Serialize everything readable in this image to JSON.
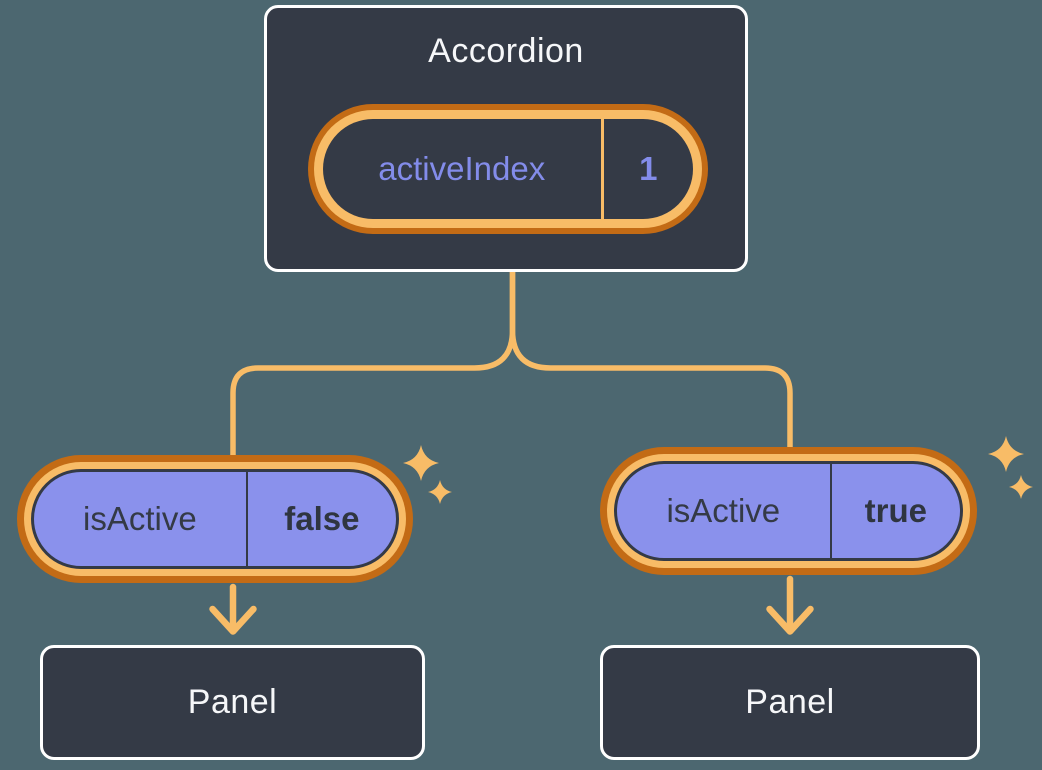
{
  "diagram": {
    "description": "React state diagram: Accordion parent owns activeIndex state and passes isActive props down to two Panel children",
    "background_color": "#4C6770",
    "colors": {
      "box_fill": "#343A46",
      "box_border": "#FFFFFF",
      "ring_outer_orange": "#C36B15",
      "ring_inner_orange": "#F8BC67",
      "connector_orange": "#F8BC67",
      "pill_purple": "#8A91EC",
      "text_light": "#F6F7F9",
      "text_purple": "#838CEA",
      "text_dark": "#343A46"
    },
    "accordion": {
      "title": "Accordion",
      "state_pill": {
        "label": "activeIndex",
        "value": "1"
      }
    },
    "children": [
      {
        "prop_pill": {
          "label": "isActive",
          "value": "false"
        },
        "panel_label": "Panel"
      },
      {
        "prop_pill": {
          "label": "isActive",
          "value": "true"
        },
        "panel_label": "Panel"
      }
    ],
    "icons": {
      "sparkle": "four-point-star"
    }
  }
}
